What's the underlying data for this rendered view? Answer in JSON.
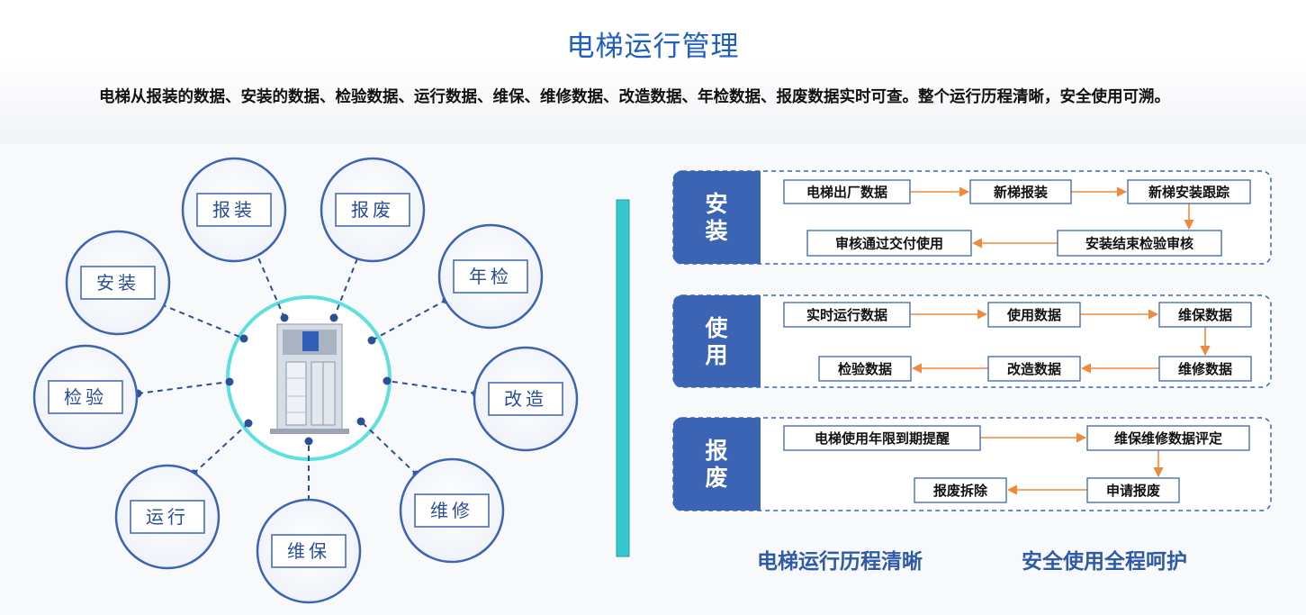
{
  "title": "电梯运行管理",
  "intro": "电梯从报装的数据、安装的数据、检验数据、运行数据、维保、维修数据、改造数据、年检数据、报废数据实时可查。整个运行历程清晰，安全使用可溯。",
  "radial": {
    "nodes": [
      "报装",
      "报废",
      "年检",
      "改造",
      "维修",
      "维保",
      "运行",
      "检验",
      "安装"
    ]
  },
  "flows": [
    {
      "label_top": "安",
      "label_bottom": "装",
      "boxes": [
        "电梯出厂数据",
        "新梯报装",
        "新梯安装跟踪",
        "安装结束检验审核",
        "审核通过交付使用"
      ]
    },
    {
      "label_top": "使",
      "label_bottom": "用",
      "boxes": [
        "实时运行数据",
        "使用数据",
        "维保数据",
        "维修数据",
        "改造数据",
        "检验数据"
      ]
    },
    {
      "label_top": "报",
      "label_bottom": "废",
      "boxes": [
        "电梯使用年限到期提醒",
        "维保维修数据评定",
        "申请报废",
        "报废拆除"
      ]
    }
  ],
  "slogans": [
    "电梯运行历程清晰",
    "安全使用全程呵护"
  ],
  "colors": {
    "accent_blue": "#3c64b4",
    "title_blue": "#1f5fbf",
    "arrow_orange": "#ef8a3c",
    "teal_bar": "#35c9cf",
    "circle_border": "#3e63b0",
    "center_ring": "#5fe0e0"
  }
}
